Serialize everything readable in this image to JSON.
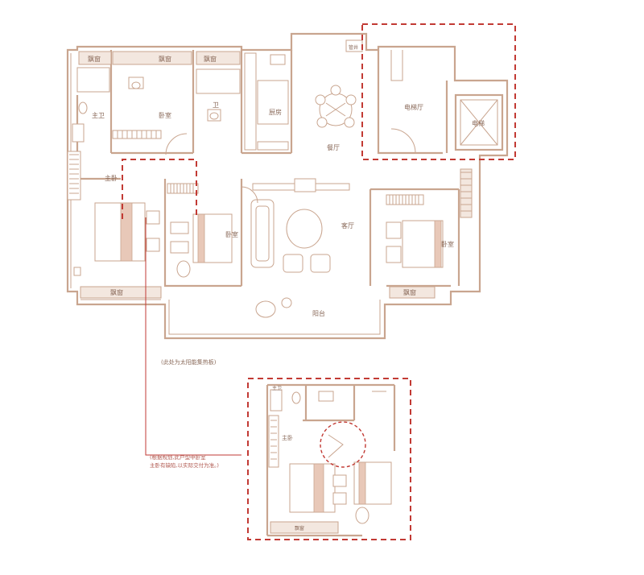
{
  "labels": {
    "bay1": "飘窗",
    "bay2": "飘窗",
    "bay3": "飘窗",
    "bath_main": "主卫",
    "bedroom_top": "卧室",
    "bath": "卫",
    "kitchen": "厨房",
    "dining": "餐厅",
    "elevator_hall": "电梯厅",
    "elevator": "电梯",
    "master": "主卧",
    "bedroom_mid": "卧室",
    "living": "客厅",
    "bedroom_right": "卧室",
    "bay_bottom": "飘窗",
    "bay_right": "飘窗",
    "balcony": "阳台",
    "well": "管井",
    "detail_bath": "主卫",
    "detail_master": "主卧",
    "detail_bay": "飘窗"
  },
  "notes": {
    "main_note": "(此处为太阳能集热板)",
    "detail_note_line1": "(根据规划,此户型中卧室",
    "detail_note_line2": "主卧有缺陷,以实际交付为准。)"
  },
  "colors": {
    "wall": "#c9a58f",
    "highlight": "#c23a34",
    "text": "#8a6a5a"
  }
}
